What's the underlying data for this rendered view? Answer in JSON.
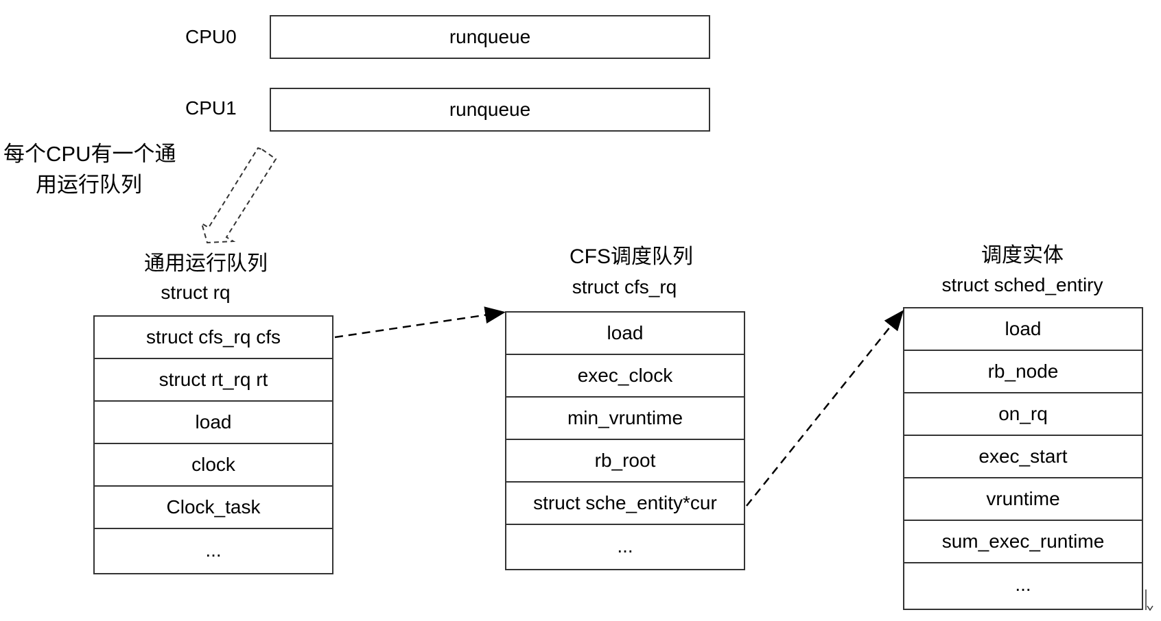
{
  "cpus": [
    {
      "name": "CPU0",
      "queue_label": "runqueue"
    },
    {
      "name": "CPU1",
      "queue_label": "runqueue"
    }
  ],
  "annotation": {
    "line1": "每个CPU有一个通",
    "line2": "用运行队列"
  },
  "rq": {
    "title_cn": "通用运行队列",
    "title_struct": "struct rq",
    "fields": [
      "struct cfs_rq cfs",
      "struct rt_rq rt",
      "load",
      "clock",
      "Clock_task",
      "..."
    ]
  },
  "cfs_rq": {
    "title_cn": "CFS调度队列",
    "title_struct": "struct cfs_rq",
    "fields": [
      "load",
      "exec_clock",
      "min_vruntime",
      "rb_root",
      "struct sche_entity*cur",
      "..."
    ]
  },
  "sched_entity": {
    "title_cn": "调度实体",
    "title_struct": "struct sched_entiry",
    "fields": [
      "load",
      "rb_node",
      "on_rq",
      "exec_start",
      "vruntime",
      "sum_exec_runtime",
      "..."
    ]
  }
}
